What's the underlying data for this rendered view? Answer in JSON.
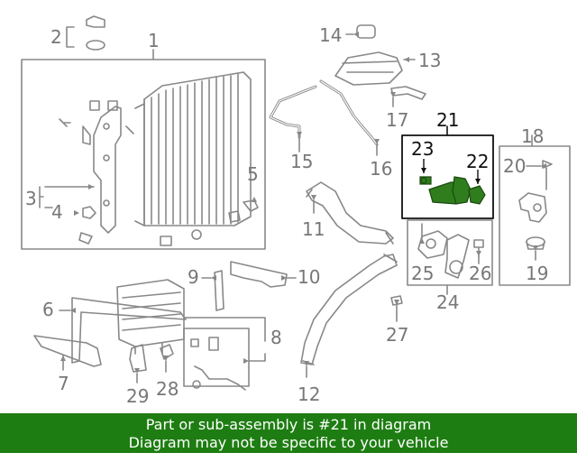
{
  "diagram": {
    "labels": {
      "n1": "1",
      "n2": "2",
      "n3": "3",
      "n4": "4",
      "n5": "5",
      "n6": "6",
      "n7": "7",
      "n8": "8",
      "n9": "9",
      "n10": "10",
      "n11": "11",
      "n12": "12",
      "n13": "13",
      "n14": "14",
      "n15": "15",
      "n16": "16",
      "n17": "17",
      "n18": "18",
      "n19": "19",
      "n20": "20",
      "n21": "21",
      "n22": "22",
      "n23": "23",
      "n24": "24",
      "n25": "25",
      "n26": "26",
      "n27": "27",
      "n28": "28",
      "n29": "29"
    },
    "highlight_part": "21",
    "colors": {
      "line": "#888888",
      "highlight_part": "#2f7d1c",
      "highlight_box": "#111111"
    }
  },
  "banner": {
    "line1": "Part or sub-assembly is #21 in diagram",
    "line2": "Diagram may not be specific to your vehicle",
    "background": "#1e7d12"
  }
}
